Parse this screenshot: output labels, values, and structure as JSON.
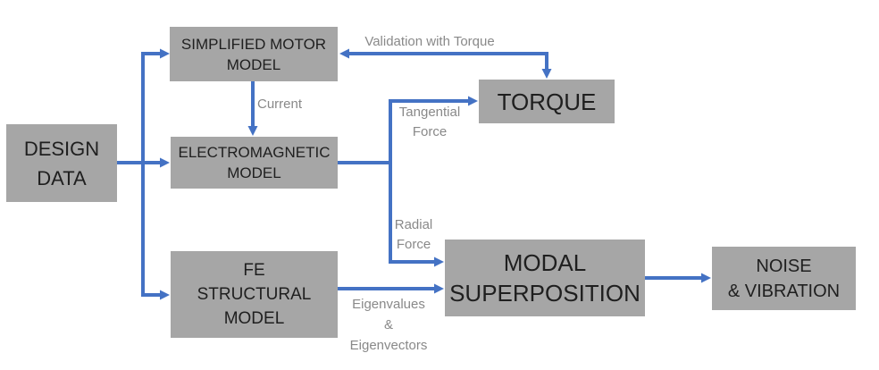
{
  "diagram": {
    "boxes": {
      "design_data": {
        "lines": [
          "DESIGN",
          "DATA"
        ]
      },
      "simplified_motor_model": {
        "lines": [
          "SIMPLIFIED MOTOR",
          "MODEL"
        ]
      },
      "electromagnetic_model": {
        "lines": [
          "ELECTROMAGNETIC",
          "MODEL"
        ]
      },
      "fe_structural_model": {
        "lines": [
          "FE",
          "STRUCTURAL",
          "MODEL"
        ]
      },
      "torque": {
        "lines": [
          "TORQUE"
        ]
      },
      "modal_superposition": {
        "lines": [
          "MODAL",
          "SUPERPOSITION"
        ]
      },
      "noise_vibration": {
        "lines": [
          "NOISE",
          "& VIBRATION"
        ]
      }
    },
    "edge_labels": {
      "validation": "Validation with Torque",
      "current": "Current",
      "tangential_force": {
        "lines": [
          "Tangential",
          "Force"
        ]
      },
      "radial_force": {
        "lines": [
          "Radial",
          "Force"
        ]
      },
      "eigen": {
        "lines": [
          "Eigenvalues",
          "&",
          "Eigenvectors"
        ]
      }
    },
    "colors": {
      "background": "#ffffff",
      "box_fill": "#a6a6a6",
      "box_text": "#1f1f1f",
      "arrow": "#4472c4",
      "edge_label": "#898989"
    }
  }
}
